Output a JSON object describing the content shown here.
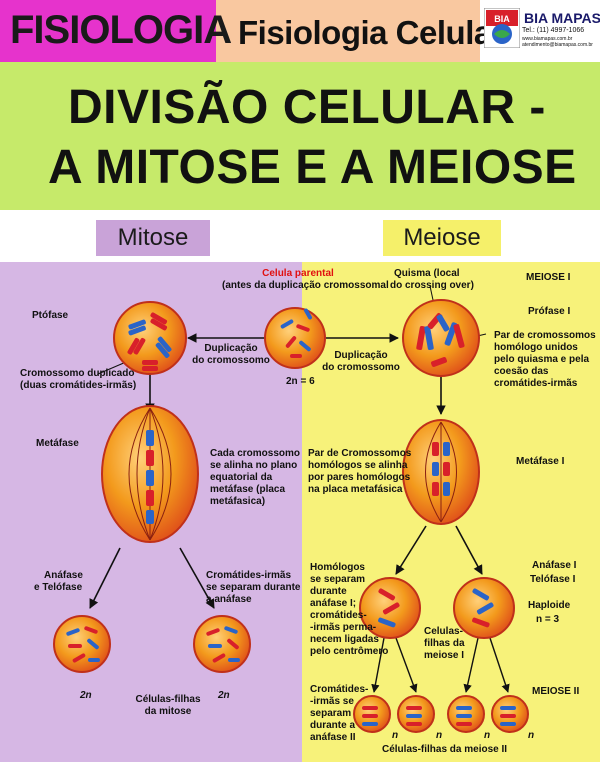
{
  "header": {
    "brand": "FISIOLOGIA",
    "topic": "Fisiologia Celular",
    "logo": {
      "name": "BIA MAPAS",
      "phone": "Tel.: (11) 4997-1066",
      "website": "www.biamapas.com.br",
      "email": "atendimento@biamapas.com.br",
      "mark": "BIA"
    }
  },
  "title": {
    "line1": "DIVISÃO CELULAR -",
    "line2": "A MITOSE E A MEIOSE"
  },
  "sections": {
    "mitose": "Mitose",
    "meiose": "Meiose"
  },
  "labels": {
    "parental_title": "Celula parental",
    "parental_sub": "(antes da duplicação cromossomal",
    "prophase": "Ptófase",
    "dup_left_1": "Duplicação",
    "dup_left_2": "do cromossomo",
    "dup_right_1": "Duplicação",
    "dup_right_2": "do cromossomo",
    "two_n_6": "2n = 6",
    "chromosome_dup_1": "Cromossomo duplicado",
    "chromosome_dup_2": "(duas cromátides-irmãs)",
    "metaphase": "Metáfase",
    "cada_1": "Cada cromossomo",
    "cada_2": "se alinha no plano",
    "cada_3": "equatorial da",
    "cada_4": "metáfase (placa",
    "cada_5": "metáfasica)",
    "anaphase_1": "Anáfase",
    "anaphase_2": "e Telófase",
    "cromatides_1": "Cromátides-irmãs",
    "cromatides_2": "se separam durante",
    "cromatides_3": "a anáfase",
    "mit_2n_left": "2n",
    "mit_2n_right": "2n",
    "daughters_mit_1": "Células-filhas",
    "daughters_mit_2": "da mitose",
    "quisma_1": "Quisma (local",
    "quisma_2": "do crossing over)",
    "meiose_i": "MEIOSE I",
    "prophase_i": "Prófase I",
    "par_1": "Par de cromossomos",
    "par_2": "homólogo unidos",
    "par_3": "pelo quiasma e pela",
    "par_4": "coesão das",
    "par_5": "cromátides-irmãs",
    "par_crom_1": "Par de Cromossomos",
    "par_crom_2": "homólogos se alinha",
    "par_crom_3": "por pares homólogos",
    "par_crom_4": "na placa metafásica",
    "metaphase_i": "Metáfase I",
    "anaphase_i": "Anáfase I",
    "telophase_i": "Telófase I",
    "haploide": "Haploide",
    "n3": "n = 3",
    "homologos_1": "Homólogos",
    "homologos_2": "se separam",
    "homologos_3": "durante",
    "homologos_4": "anáfase I;",
    "homologos_5": "cromátides-",
    "homologos_6": "-irmãs perma-",
    "homologos_7": "necem ligadas",
    "homologos_8": "pelo centrômero",
    "celulas_1": "Celulas-",
    "celulas_2": "filhas da",
    "celulas_3": "meiose I",
    "meiose_ii": "MEIOSE II",
    "crom_ii_1": "Cromátides-",
    "crom_ii_2": "-irmãs se",
    "crom_ii_3": "separam",
    "crom_ii_4": "durante a",
    "crom_ii_5": "anáfase II",
    "n_a": "n",
    "n_b": "n",
    "n_c": "n",
    "n_d": "n",
    "daughters_meiose_ii": "Células-filhas da meiose II"
  },
  "colors": {
    "brand_bg": "#e633cc",
    "topic_bg": "#f9c8a0",
    "title_bg": "#c6ea6a",
    "mitose_panel": "#d6b7e4",
    "meiose_panel": "#f7f27a",
    "cell_fill": "#f39a1c",
    "cell_edge": "#c0301a",
    "chromosome_red": "#d8202a",
    "chromosome_blue": "#2a64c8"
  }
}
